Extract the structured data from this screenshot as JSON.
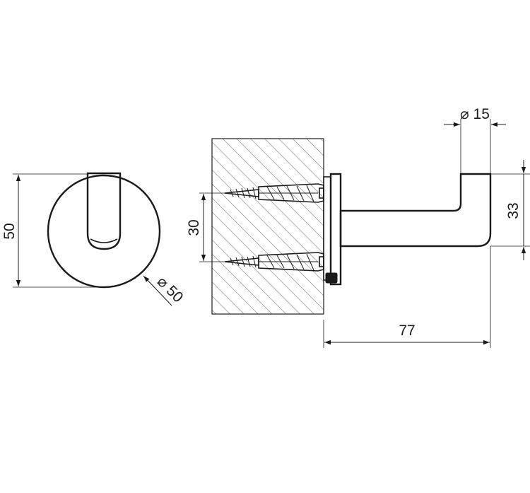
{
  "dimensions": {
    "front_height": "50",
    "front_diameter": "⌀ 50",
    "screw_spacing": "30",
    "hook_diameter": "⌀ 15",
    "hook_height": "33",
    "projection": "77"
  },
  "colors": {
    "line": "#1a1a1a",
    "hatch": "#555555",
    "background": "#ffffff"
  }
}
